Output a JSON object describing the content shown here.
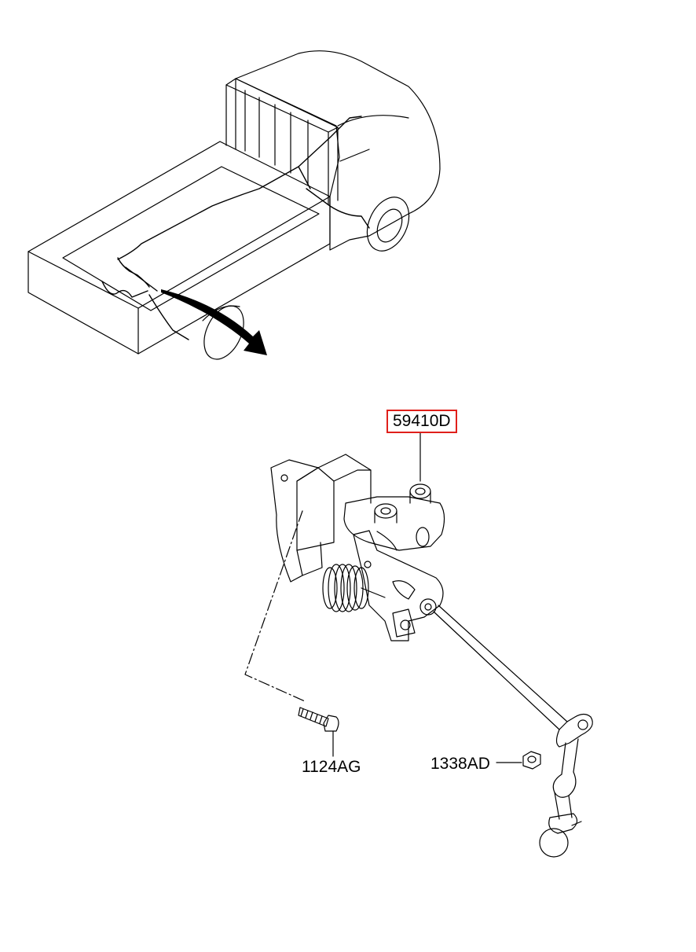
{
  "diagram": {
    "parts": [
      {
        "id": "sensor",
        "code": "59410D",
        "highlighted": true
      },
      {
        "id": "bolt",
        "code": "1124AG",
        "highlighted": false
      },
      {
        "id": "nut",
        "code": "1338AD",
        "highlighted": false
      }
    ],
    "colors": {
      "line": "#000000",
      "highlight_border": "#e0201b",
      "background": "#ffffff"
    }
  }
}
